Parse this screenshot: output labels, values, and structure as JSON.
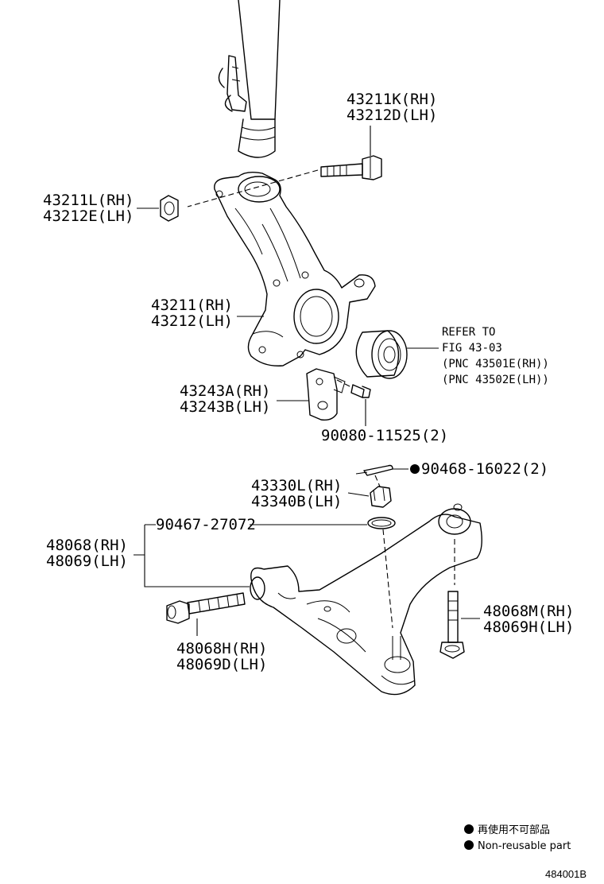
{
  "labels": {
    "bolt_rh": "43211K(RH)",
    "bolt_lh": "43212D(LH)",
    "nut_rh": "43211L(RH)",
    "nut_lh": "43212E(LH)",
    "knuckle_rh": "43211(RH)",
    "knuckle_lh": "43212(LH)",
    "refer_1": "REFER TO",
    "refer_2": "FIG 43-03",
    "refer_3": "(PNC 43501E(RH))",
    "refer_4": "(PNC 43502E(LH))",
    "bracket_rh": "43243A(RH)",
    "bracket_lh": "43243B(LH)",
    "screw": "90080-11525(2)",
    "cotter_pin": "90468-16022(2)",
    "castle_nut_rh": "43330L(RH)",
    "castle_nut_lh": "43340B(LH)",
    "dust_ring": "90467-27072",
    "arm_rh": "48068(RH)",
    "arm_lh": "48069(LH)",
    "front_bolt_rh": "48068H(RH)",
    "front_bolt_lh": "48069D(LH)",
    "rear_bolt_rh": "48068M(RH)",
    "rear_bolt_lh": "48069H(LH)"
  },
  "legend": {
    "jp": "再使用不可部品",
    "en": "Non-reusable part"
  },
  "figure_code": "484001B",
  "colors": {
    "ink": "#000000",
    "paper": "#ffffff"
  }
}
